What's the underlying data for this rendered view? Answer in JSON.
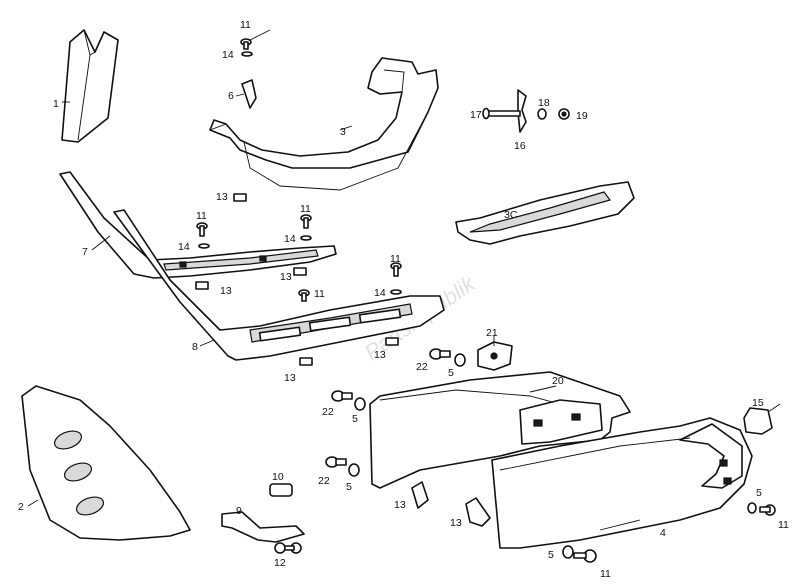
{
  "watermark": "Partsrepublik",
  "callouts": [
    {
      "id": "c1",
      "text": "1"
    },
    {
      "id": "c2",
      "text": "2"
    },
    {
      "id": "c3",
      "text": "3"
    },
    {
      "id": "c3c",
      "text": "3C"
    },
    {
      "id": "c4",
      "text": "4"
    },
    {
      "id": "c5a",
      "text": "5"
    },
    {
      "id": "c5b",
      "text": "5"
    },
    {
      "id": "c5c",
      "text": "5"
    },
    {
      "id": "c5d",
      "text": "5"
    },
    {
      "id": "c5e",
      "text": "5"
    },
    {
      "id": "c6",
      "text": "6"
    },
    {
      "id": "c7",
      "text": "7"
    },
    {
      "id": "c8",
      "text": "8"
    },
    {
      "id": "c9",
      "text": "9"
    },
    {
      "id": "c10",
      "text": "10"
    },
    {
      "id": "c11a",
      "text": "11"
    },
    {
      "id": "c11b",
      "text": "11"
    },
    {
      "id": "c11c",
      "text": "11"
    },
    {
      "id": "c11d",
      "text": "11"
    },
    {
      "id": "c11e",
      "text": "11"
    },
    {
      "id": "c11f",
      "text": "11"
    },
    {
      "id": "c11g",
      "text": "11"
    },
    {
      "id": "c12",
      "text": "12"
    },
    {
      "id": "c13a",
      "text": "13"
    },
    {
      "id": "c13b",
      "text": "13"
    },
    {
      "id": "c13c",
      "text": "13"
    },
    {
      "id": "c13d",
      "text": "13"
    },
    {
      "id": "c13e",
      "text": "13"
    },
    {
      "id": "c13f",
      "text": "13"
    },
    {
      "id": "c13g",
      "text": "13"
    },
    {
      "id": "c14a",
      "text": "14"
    },
    {
      "id": "c14b",
      "text": "14"
    },
    {
      "id": "c14c",
      "text": "14"
    },
    {
      "id": "c14d",
      "text": "14"
    },
    {
      "id": "c15",
      "text": "15"
    },
    {
      "id": "c16",
      "text": "16"
    },
    {
      "id": "c17",
      "text": "17"
    },
    {
      "id": "c18",
      "text": "18"
    },
    {
      "id": "c19",
      "text": "19"
    },
    {
      "id": "c20",
      "text": "20"
    },
    {
      "id": "c21",
      "text": "21"
    },
    {
      "id": "c22a",
      "text": "22"
    },
    {
      "id": "c22b",
      "text": "22"
    },
    {
      "id": "c22c",
      "text": "22"
    }
  ]
}
